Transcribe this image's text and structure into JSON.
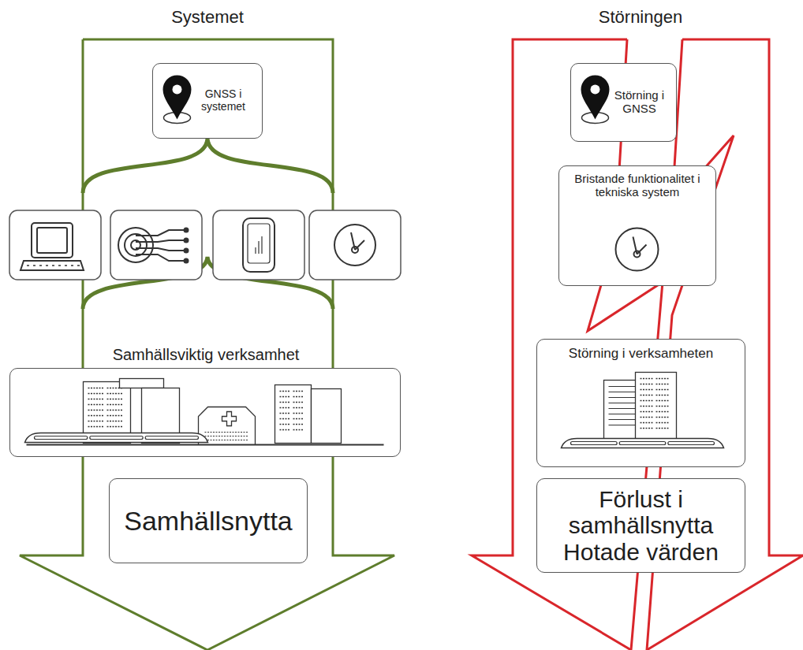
{
  "diagram": {
    "nodes": [
      {
        "text": [
          "Systemet"
        ]
      },
      {
        "text": [
          "GNSS i systemet"
        ],
        "in": 0
      },
      {
        "text": [
          "Samhällsviktig verksamhet"
        ],
        "in": 0
      },
      {
        "text": [
          "Samhällsnytta"
        ],
        "in": 0
      },
      {
        "text": [
          "Störningen"
        ]
      },
      {
        "text": [
          "Störning i GNSS"
        ],
        "in": 4
      },
      {
        "text": [
          "Bristande funktionalitet i tekniska system"
        ],
        "in": 4
      },
      {
        "text": [
          "Störning i verksamheten"
        ],
        "in": 4
      },
      {
        "text": [
          "Förlust i samhällsnytta Hotade värden"
        ],
        "in": 4
      }
    ]
  }
}
